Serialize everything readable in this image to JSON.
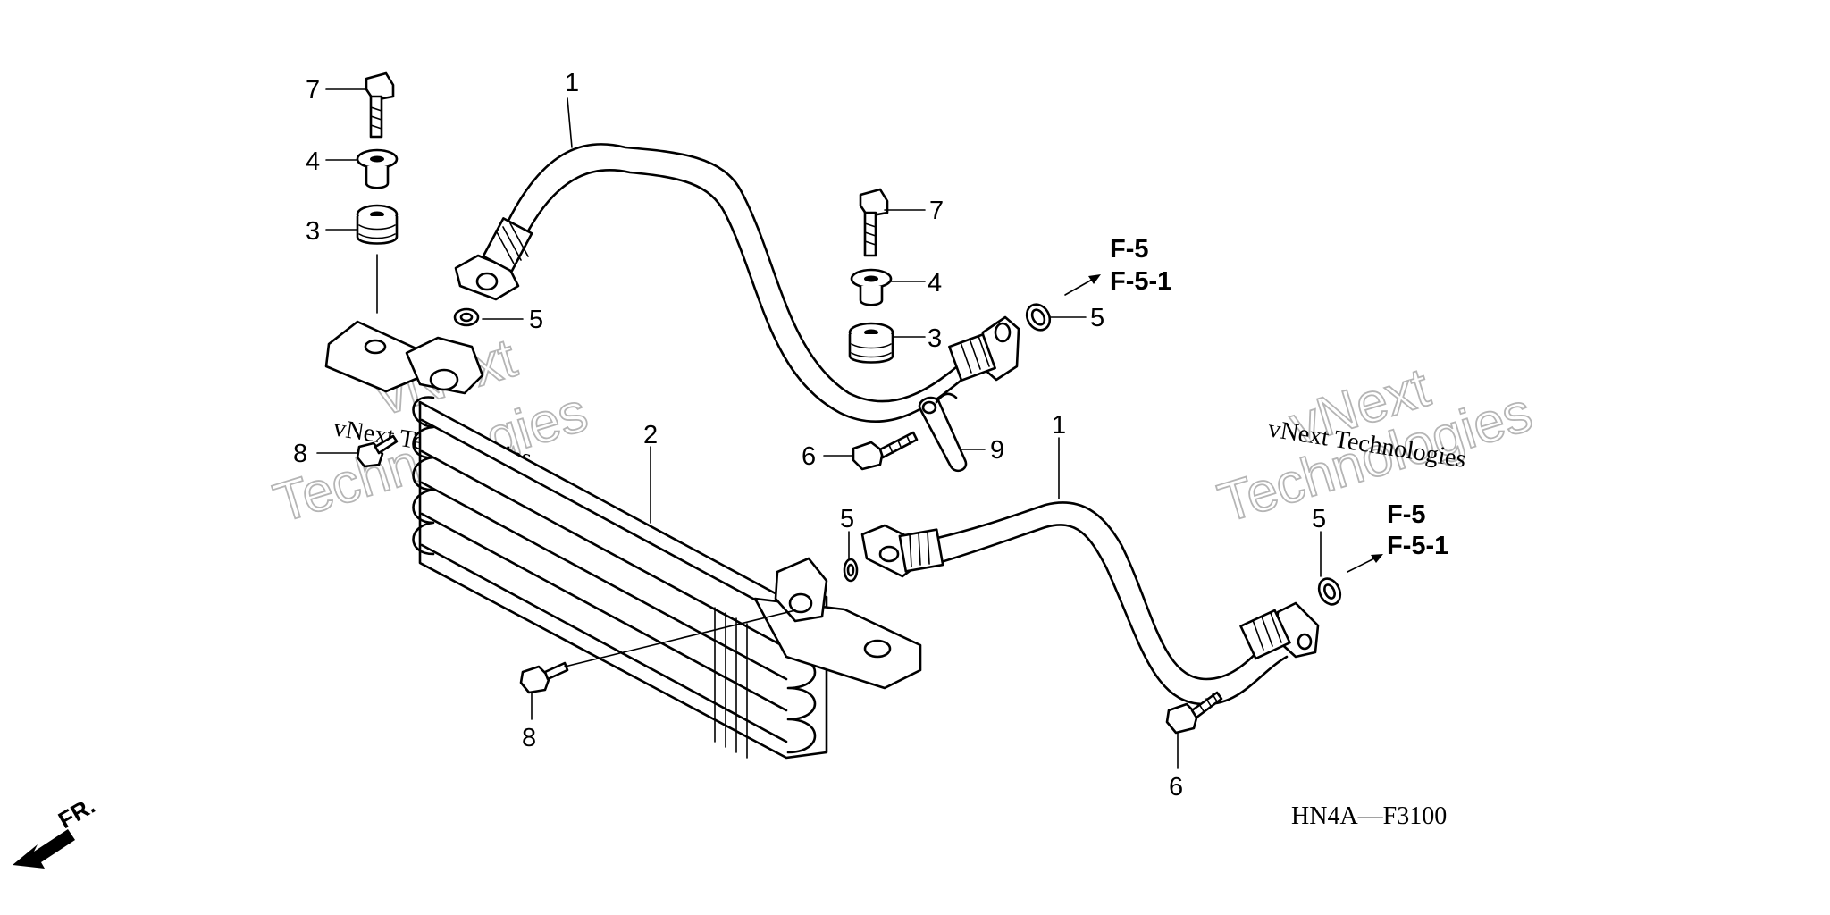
{
  "diagram_code": "HN4A—F3100",
  "front_label": "FR.",
  "watermark": {
    "brand": "vNext",
    "word": "Technologies",
    "full": "vNext Technologies"
  },
  "references": {
    "upper": [
      "F-5",
      "F-5-1"
    ],
    "lower": [
      "F-5",
      "F-5-1"
    ]
  },
  "callouts": {
    "hose_upper": "1",
    "hose_lower": "1",
    "cooler": "2",
    "grommet_left": "3",
    "grommet_right": "3",
    "collar_left": "4",
    "collar_right": "4",
    "oring_upper_left": "5",
    "oring_upper_right": "5",
    "oring_lower_left": "5",
    "oring_lower_right": "5",
    "bolt6_upper": "6",
    "bolt6_lower": "6",
    "bolt7_left": "7",
    "bolt7_right": "7",
    "bolt8_upper": "8",
    "bolt8_lower": "8",
    "clamp": "9"
  }
}
